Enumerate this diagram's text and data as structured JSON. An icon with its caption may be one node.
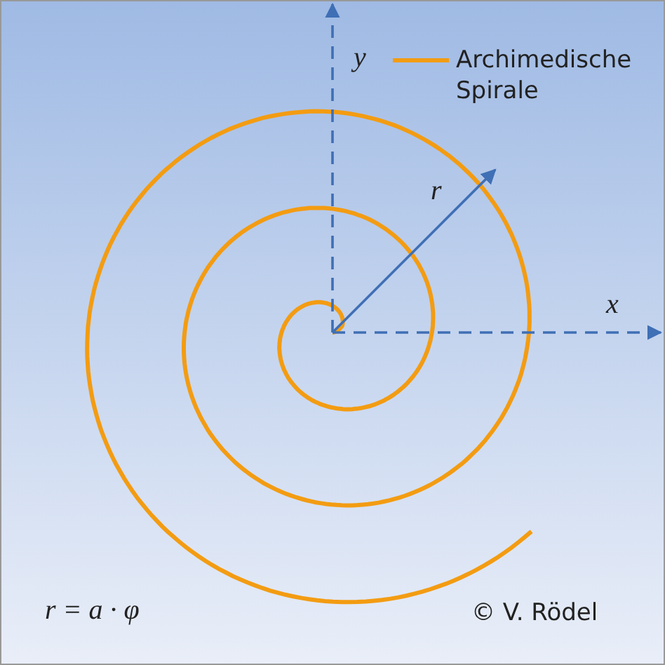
{
  "diagram": {
    "labels": [
      "y",
      "r",
      "x",
      "r = a · φ",
      "© V. Rödel"
    ],
    "legend": [
      {
        "text": "Archimedische Spirale"
      }
    ]
  }
}
